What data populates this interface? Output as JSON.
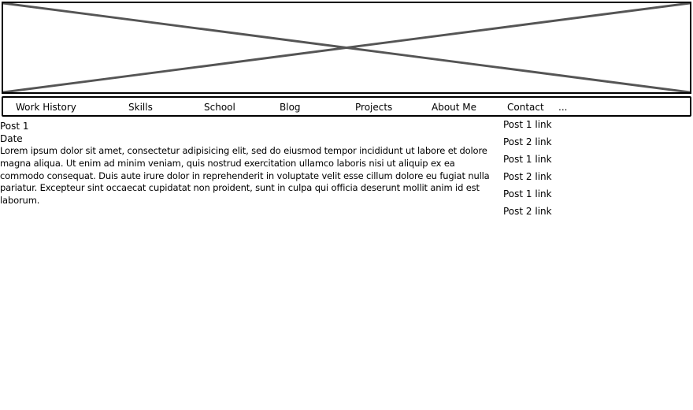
{
  "banner": {
    "placeholder_icon": "image-placeholder-icon"
  },
  "nav": {
    "items": [
      {
        "label": "Work History"
      },
      {
        "label": "Skills"
      },
      {
        "label": "School"
      },
      {
        "label": "Blog"
      },
      {
        "label": "Projects"
      },
      {
        "label": "About Me"
      },
      {
        "label": "Contact"
      },
      {
        "label": "..."
      }
    ]
  },
  "post": {
    "title": "Post 1",
    "date": "Date",
    "body": "Lorem ipsum dolor sit amet, consectetur adipisicing elit, sed do eiusmod tempor incididunt ut labore et dolore magna aliqua. Ut enim ad minim veniam, quis nostrud exercitation ullamco laboris nisi ut aliquip ex ea commodo consequat. Duis aute irure dolor in reprehenderit in voluptate velit esse cillum dolore eu fugiat nulla pariatur. Excepteur sint occaecat cupidatat non proident, sunt in culpa qui officia deserunt mollit anim id est laborum."
  },
  "sidebar": {
    "links": [
      {
        "label": "Post 1 link"
      },
      {
        "label": "Post 2 link"
      },
      {
        "label": "Post 1 link"
      },
      {
        "label": "Post 2 link"
      },
      {
        "label": "Post 1 link"
      },
      {
        "label": "Post 2 link"
      }
    ]
  }
}
